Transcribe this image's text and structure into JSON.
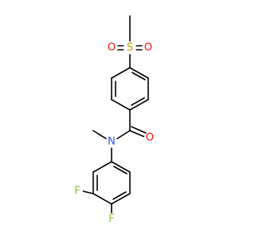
{
  "molecule": {
    "atom_labels": {
      "sulfur": "S",
      "sulfonyl_oxygen_left": "O",
      "sulfonyl_oxygen_right": "O",
      "carbonyl_oxygen": "O",
      "nitrogen": "N",
      "fluorine_upper": "F",
      "fluorine_lower": "F"
    },
    "colors": {
      "bond": "#000000",
      "sulfur": "#b8a300",
      "oxygen": "#ff0d0d",
      "nitrogen": "#3050f8",
      "fluorine": "#8fbf3f"
    }
  }
}
